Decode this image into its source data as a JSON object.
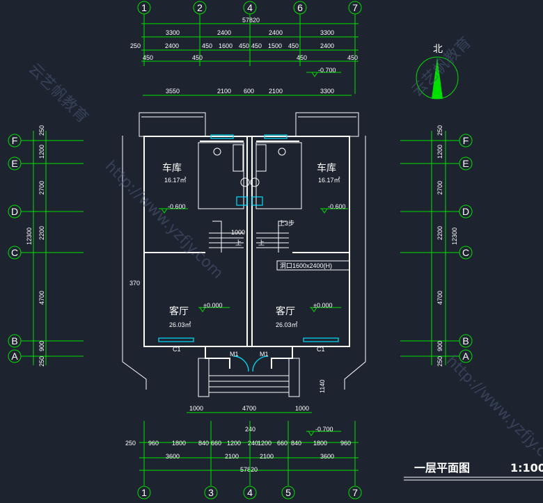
{
  "drawing": {
    "title": "一层平面图",
    "scale": "1:100",
    "north_label": "北"
  },
  "axes_top": [
    "1",
    "2",
    "4",
    "6",
    "7"
  ],
  "axes_bottom": [
    "1",
    "3",
    "4",
    "5",
    "7"
  ],
  "axes_left": [
    "F",
    "E",
    "D",
    "C",
    "B",
    "A"
  ],
  "axes_right": [
    "F",
    "E",
    "D",
    "C",
    "B",
    "A"
  ],
  "dims_top": {
    "total": "57820",
    "row1": [
      "3300",
      "2400",
      "2400",
      "3300"
    ],
    "row2": [
      "250",
      "2400",
      "450",
      "1600",
      "450",
      "450",
      "1500",
      "450",
      "2400"
    ],
    "row3": [
      "450",
      "450",
      "450",
      "450"
    ],
    "row4": [
      "3550",
      "2100",
      "600",
      "2100",
      "3300"
    ]
  },
  "dims_bottom": {
    "stair": [
      "1000",
      "4700",
      "1000"
    ],
    "stair_depth": "1140",
    "top_mark": "240",
    "row1": [
      "250",
      "960",
      "1800",
      "840",
      "660",
      "1200",
      "240",
      "1200",
      "660",
      "840",
      "1800",
      "960"
    ],
    "row2": [
      "3600",
      "2100",
      "2100",
      "3600"
    ],
    "total": "57820"
  },
  "dims_left": {
    "segments": [
      "250",
      "1200",
      "2700",
      "2200",
      "4700",
      "900",
      "250"
    ],
    "total": "12300"
  },
  "dims_right": {
    "segments": [
      "250",
      "1200",
      "2700",
      "2200",
      "4700",
      "900",
      "250"
    ],
    "total": "12300"
  },
  "rooms": [
    {
      "name": "车库",
      "area": "16.17㎡"
    },
    {
      "name": "车库",
      "area": "16.17㎡"
    },
    {
      "name": "客厅",
      "area": "26.03㎡"
    },
    {
      "name": "客厅",
      "area": "26.03㎡"
    }
  ],
  "elevations": {
    "outdoor_top": "-0.700",
    "garage_left": "-0.600",
    "garage_right": "-0.600",
    "living_left": "±0.000",
    "living_right": "±0.000",
    "outdoor_bottom": "-0.700"
  },
  "notes": {
    "door_opening": "洞口1600x2400(H)",
    "step_up": "上3步",
    "stair_up_left": "上",
    "stair_up_right": "上",
    "width_1000": "1000",
    "wall_370": "370"
  },
  "labels": {
    "window_left": "C1",
    "window_right": "C1",
    "door_left": "M1",
    "door_right": "M1"
  },
  "watermarks": [
    "云艺帆教育",
    "http://www.yzfjy.com"
  ]
}
